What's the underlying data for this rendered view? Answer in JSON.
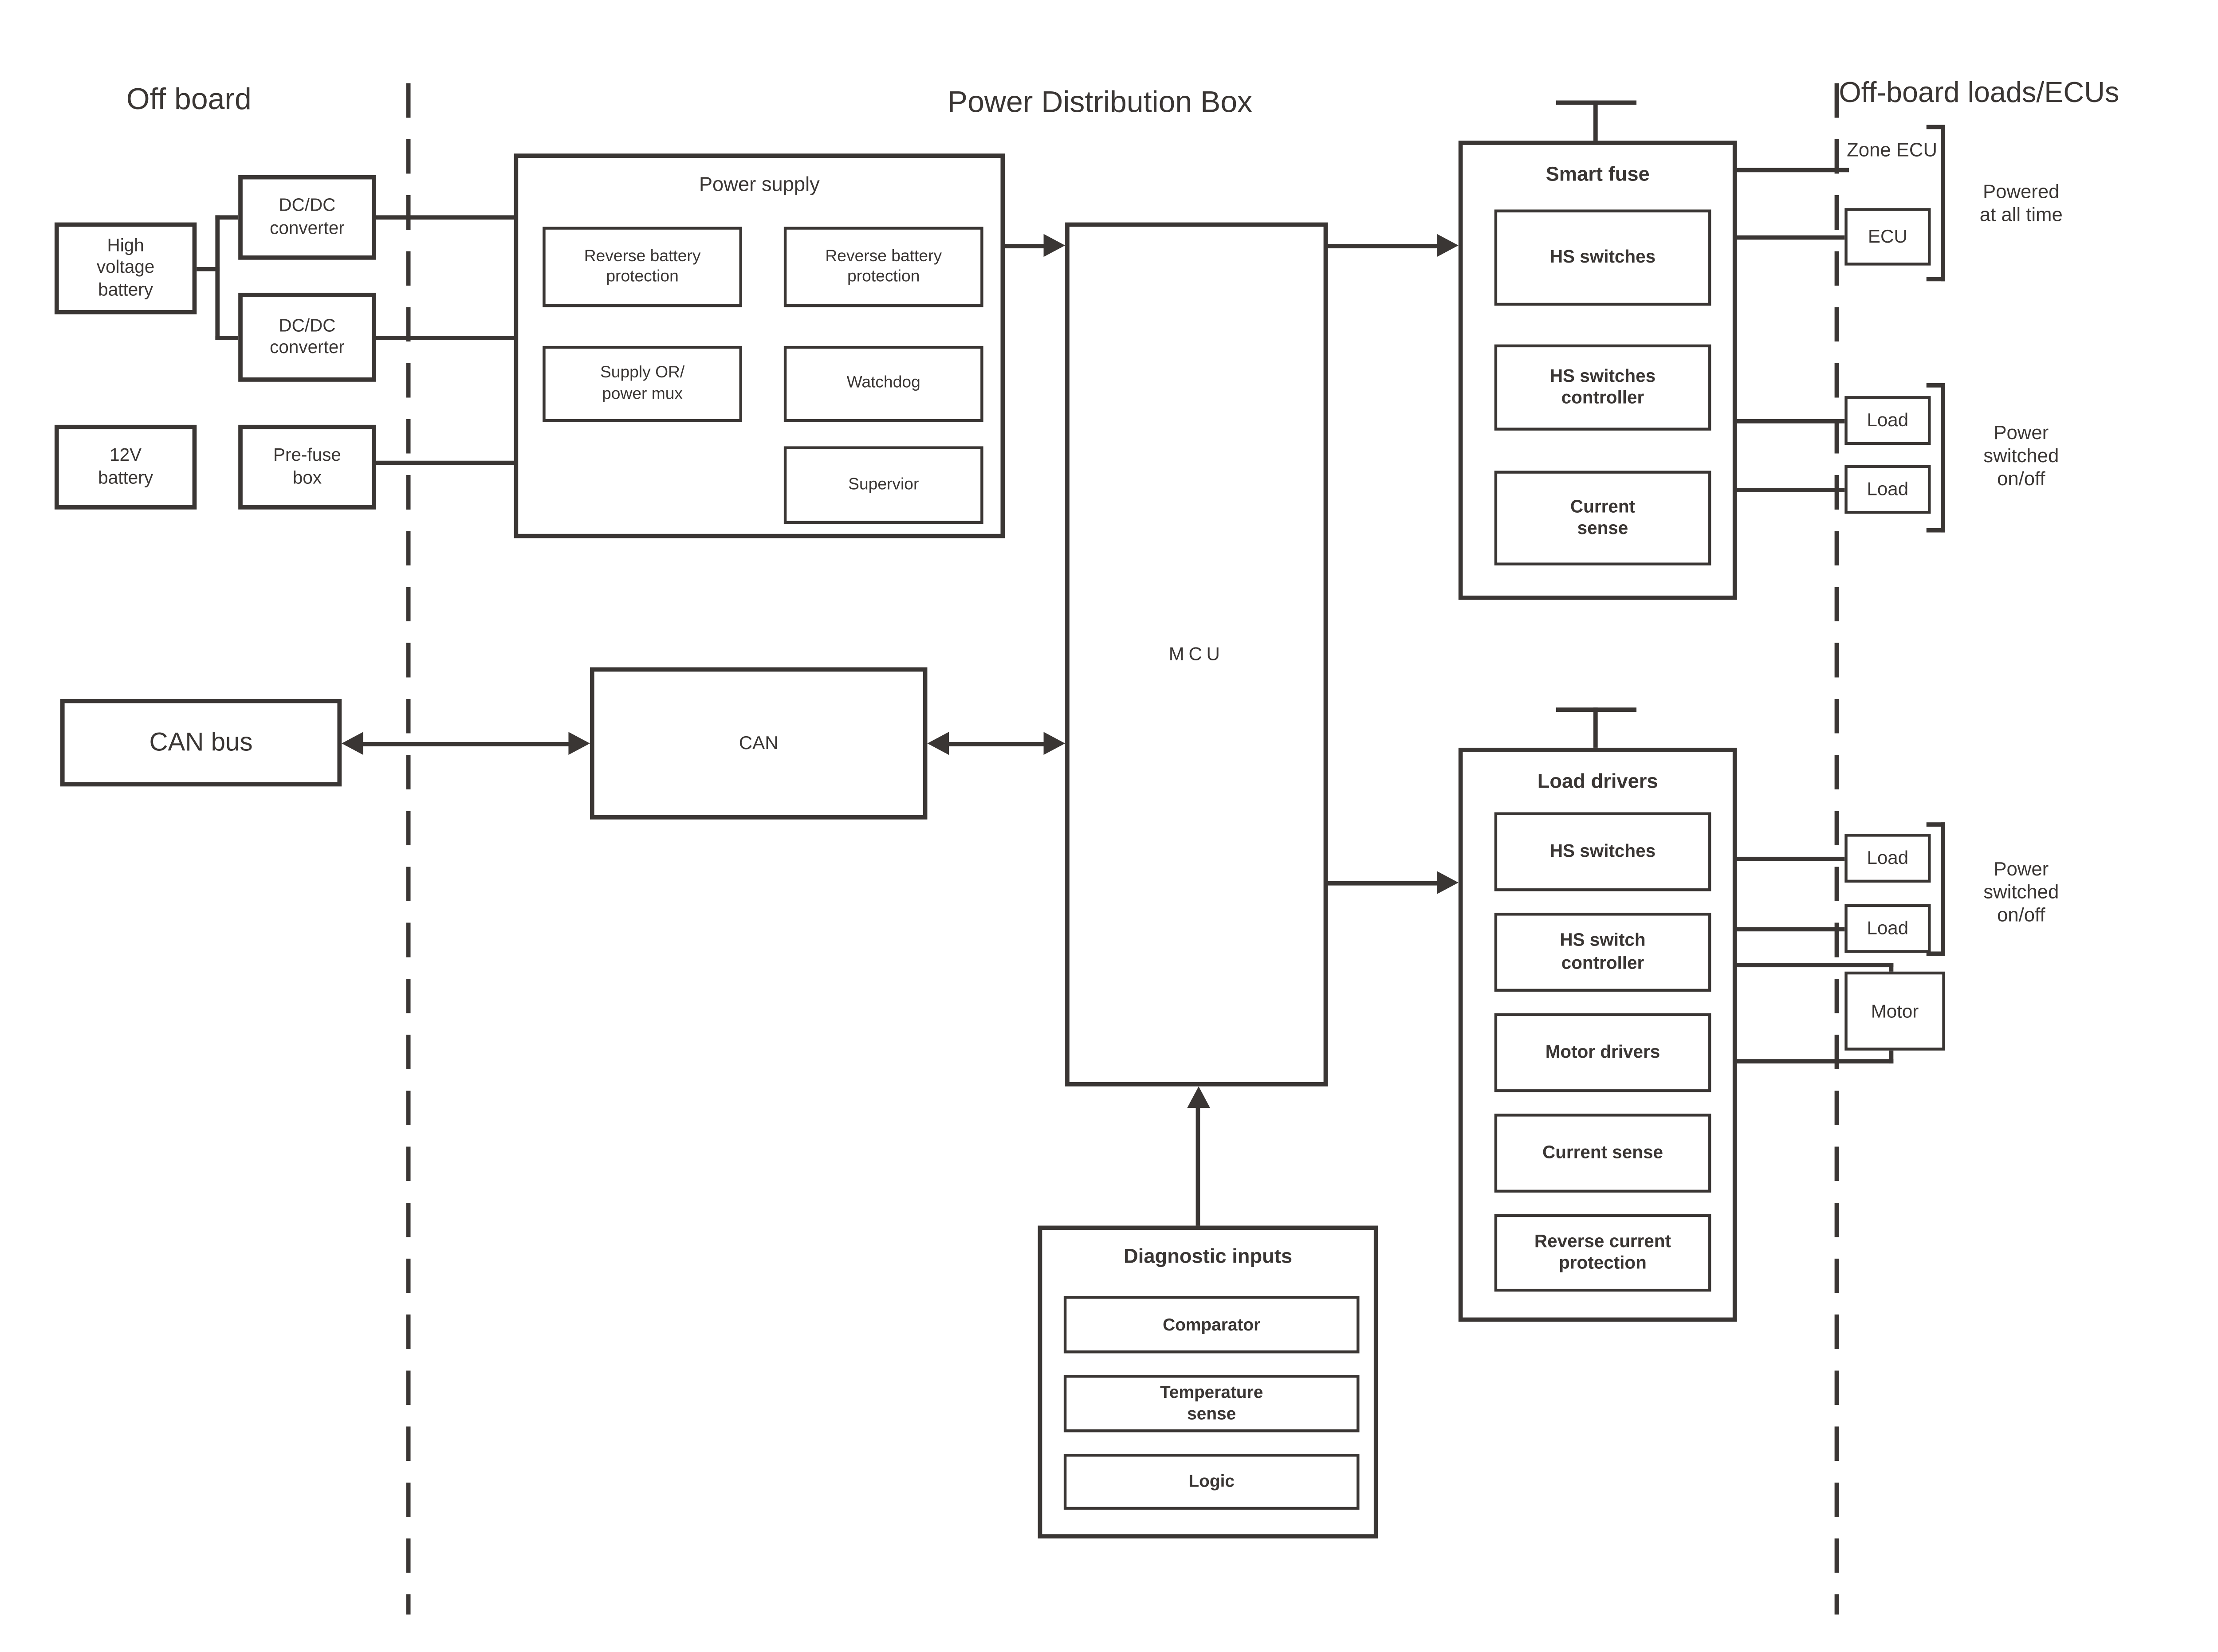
{
  "headers": {
    "off_board": "Off board",
    "pdb": "Power Distribution Box",
    "off_board_loads": "Off-board loads/ECUs"
  },
  "off_board": {
    "hv_battery": "High\nvoltage\nbattery",
    "dcdc_converter_1": "DC/DC\nconverter",
    "dcdc_converter_2": "DC/DC\nconverter",
    "battery_12v": "12V\nbattery",
    "pre_fuse_box": "Pre-fuse\nbox",
    "can_bus": "CAN bus"
  },
  "power_supply": {
    "title": "Power supply",
    "reverse_battery_protection_1": "Reverse battery\nprotection",
    "reverse_battery_protection_2": "Reverse battery\nprotection",
    "supply_or_power_mux": "Supply OR/\npower mux",
    "watchdog": "Watchdog",
    "supervior": "Supervior"
  },
  "mcu": {
    "label": "MCU"
  },
  "can": {
    "label": "CAN"
  },
  "diagnostic_inputs": {
    "title": "Diagnostic inputs",
    "comparator": "Comparator",
    "temperature_sense": "Temperature\nsense",
    "logic": "Logic"
  },
  "smart_fuse": {
    "title": "Smart fuse",
    "hs_switches": "HS switches",
    "hs_switches_controller": "HS switches\ncontroller",
    "current_sense": "Current\nsense"
  },
  "load_drivers": {
    "title": "Load drivers",
    "hs_switches": "HS switches",
    "hs_switch_controller": "HS switch\ncontroller",
    "motor_drivers": "Motor drivers",
    "current_sense": "Current sense",
    "reverse_current_protection": "Reverse current\nprotection"
  },
  "loads": {
    "zone_ecu": "Zone ECU",
    "ecu": "ECU",
    "load_1": "Load",
    "load_2": "Load",
    "load_3": "Load",
    "load_4": "Load",
    "motor": "Motor",
    "powered_at_all_time": "Powered\nat all time",
    "power_switched_top": "Power\nswitched\non/off",
    "power_switched_bottom": "Power\nswitched\non/off"
  },
  "colors": {
    "stroke": "#3a3634",
    "background": "#ffffff"
  }
}
